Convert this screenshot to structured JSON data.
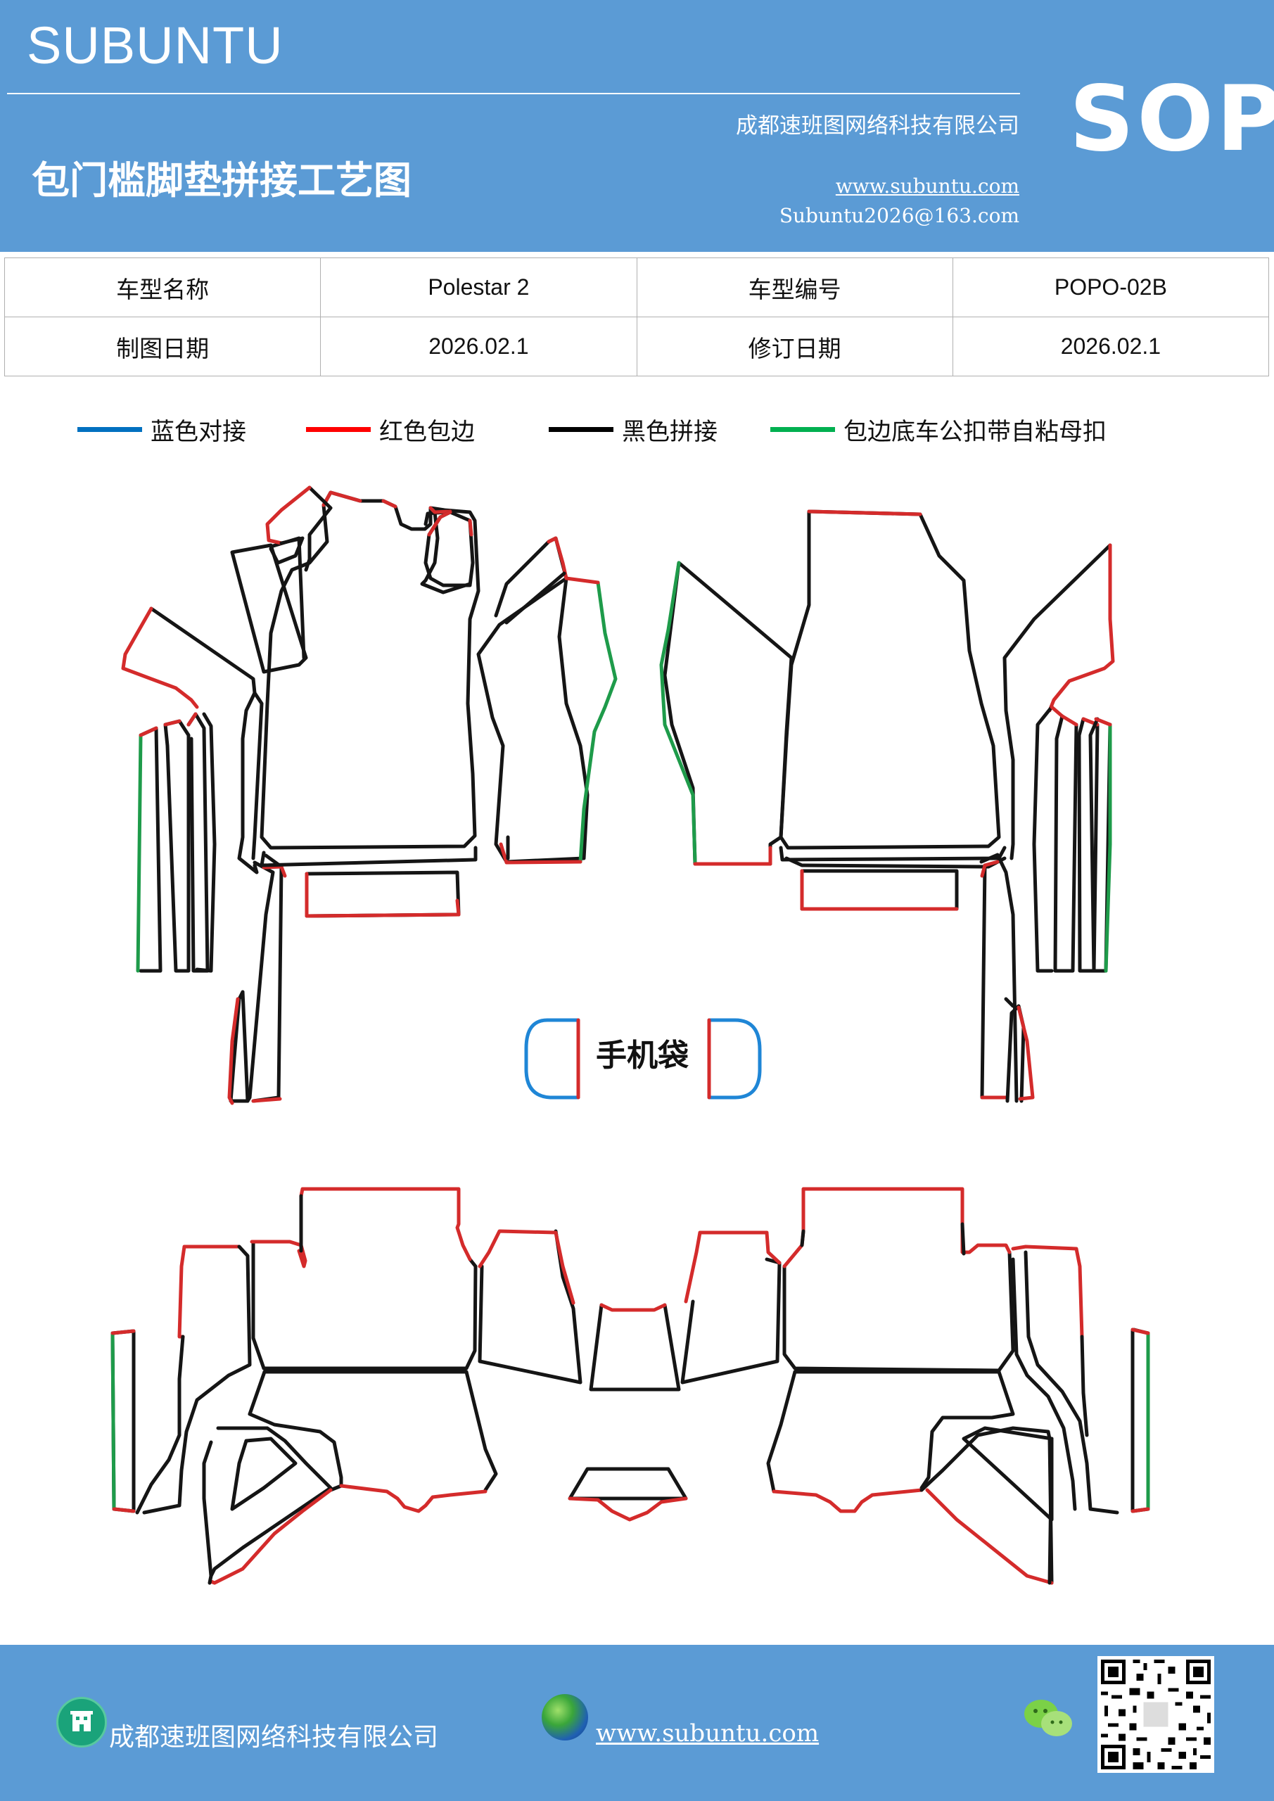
{
  "header": {
    "brand": "SUBUNTU",
    "sop": "SOP",
    "company": "成都速班图网络科技有限公司",
    "title": "包门槛脚垫拼接工艺图",
    "website": "www.subuntu.com",
    "email": "Subuntu2026@163.com"
  },
  "info_table": {
    "model_name_label": "车型名称",
    "model_name": "Polestar  2",
    "model_code_label": "车型编号",
    "model_code": "POPO-02B",
    "draw_date_label": "制图日期",
    "draw_date": "2026.02.1",
    "revise_date_label": "修订日期",
    "revise_date": "2026.02.1"
  },
  "legend": [
    {
      "label": "蓝色对接",
      "color": "#0070c0"
    },
    {
      "label": "红色包边",
      "color": "#ff0000"
    },
    {
      "label": "黑色拼接",
      "color": "#000000"
    },
    {
      "label": "包边底车公扣带自粘母扣",
      "color": "#00b050"
    }
  ],
  "diagram": {
    "phone_pocket_label": "手机袋",
    "colors": {
      "blue": "#1f86d6",
      "red": "#d42b2b",
      "black": "#151515",
      "green": "#1e9b4a"
    }
  },
  "footer": {
    "company": "成都速班图网络科技有限公司",
    "website": "www.subuntu.com"
  }
}
